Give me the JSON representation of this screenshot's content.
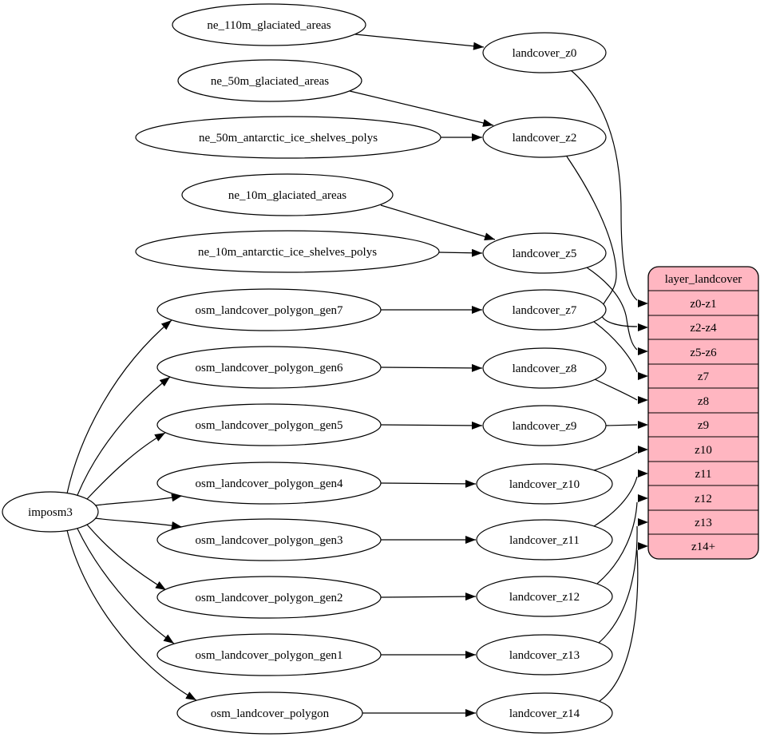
{
  "nodes": {
    "imposm3": "imposm3",
    "ne_110m_glaciated_areas": "ne_110m_glaciated_areas",
    "ne_50m_glaciated_areas": "ne_50m_glaciated_areas",
    "ne_50m_antarctic_ice_shelves_polys": "ne_50m_antarctic_ice_shelves_polys",
    "ne_10m_glaciated_areas": "ne_10m_glaciated_areas",
    "ne_10m_antarctic_ice_shelves_polys": "ne_10m_antarctic_ice_shelves_polys",
    "osm_landcover_polygon_gen7": "osm_landcover_polygon_gen7",
    "osm_landcover_polygon_gen6": "osm_landcover_polygon_gen6",
    "osm_landcover_polygon_gen5": "osm_landcover_polygon_gen5",
    "osm_landcover_polygon_gen4": "osm_landcover_polygon_gen4",
    "osm_landcover_polygon_gen3": "osm_landcover_polygon_gen3",
    "osm_landcover_polygon_gen2": "osm_landcover_polygon_gen2",
    "osm_landcover_polygon_gen1": "osm_landcover_polygon_gen1",
    "osm_landcover_polygon": "osm_landcover_polygon",
    "landcover_z0": "landcover_z0",
    "landcover_z2": "landcover_z2",
    "landcover_z5": "landcover_z5",
    "landcover_z7": "landcover_z7",
    "landcover_z8": "landcover_z8",
    "landcover_z9": "landcover_z9",
    "landcover_z10": "landcover_z10",
    "landcover_z11": "landcover_z11",
    "landcover_z12": "landcover_z12",
    "landcover_z13": "landcover_z13",
    "landcover_z14": "landcover_z14"
  },
  "table": {
    "title": "layer_landcover",
    "rows": [
      "z0-z1",
      "z2-z4",
      "z5-z6",
      "z7",
      "z8",
      "z9",
      "z10",
      "z11",
      "z12",
      "z13",
      "z14+"
    ]
  },
  "colors": {
    "background": "#ffffff",
    "node_fill": "#ffffff",
    "node_stroke": "#000000",
    "edge": "#000000",
    "table_fill": "#ffb6c1",
    "table_stroke": "#000000"
  },
  "edges": [
    {
      "from": "imposm3",
      "to": "osm_landcover_polygon_gen7"
    },
    {
      "from": "imposm3",
      "to": "osm_landcover_polygon_gen6"
    },
    {
      "from": "imposm3",
      "to": "osm_landcover_polygon_gen5"
    },
    {
      "from": "imposm3",
      "to": "osm_landcover_polygon_gen4"
    },
    {
      "from": "imposm3",
      "to": "osm_landcover_polygon_gen3"
    },
    {
      "from": "imposm3",
      "to": "osm_landcover_polygon_gen2"
    },
    {
      "from": "imposm3",
      "to": "osm_landcover_polygon_gen1"
    },
    {
      "from": "imposm3",
      "to": "osm_landcover_polygon"
    },
    {
      "from": "ne_110m_glaciated_areas",
      "to": "landcover_z0"
    },
    {
      "from": "ne_50m_glaciated_areas",
      "to": "landcover_z2"
    },
    {
      "from": "ne_50m_antarctic_ice_shelves_polys",
      "to": "landcover_z2"
    },
    {
      "from": "ne_10m_glaciated_areas",
      "to": "landcover_z5"
    },
    {
      "from": "ne_10m_antarctic_ice_shelves_polys",
      "to": "landcover_z5"
    },
    {
      "from": "osm_landcover_polygon_gen7",
      "to": "landcover_z7"
    },
    {
      "from": "osm_landcover_polygon_gen6",
      "to": "landcover_z8"
    },
    {
      "from": "osm_landcover_polygon_gen5",
      "to": "landcover_z9"
    },
    {
      "from": "osm_landcover_polygon_gen4",
      "to": "landcover_z10"
    },
    {
      "from": "osm_landcover_polygon_gen3",
      "to": "landcover_z11"
    },
    {
      "from": "osm_landcover_polygon_gen2",
      "to": "landcover_z12"
    },
    {
      "from": "osm_landcover_polygon_gen1",
      "to": "landcover_z13"
    },
    {
      "from": "osm_landcover_polygon",
      "to": "landcover_z14"
    },
    {
      "from": "landcover_z0",
      "to": "layer_landcover.z0-z1"
    },
    {
      "from": "landcover_z2",
      "to": "layer_landcover.z2-z4"
    },
    {
      "from": "landcover_z5",
      "to": "layer_landcover.z5-z6"
    },
    {
      "from": "landcover_z7",
      "to": "layer_landcover.z7"
    },
    {
      "from": "landcover_z8",
      "to": "layer_landcover.z8"
    },
    {
      "from": "landcover_z9",
      "to": "layer_landcover.z9"
    },
    {
      "from": "landcover_z10",
      "to": "layer_landcover.z10"
    },
    {
      "from": "landcover_z11",
      "to": "layer_landcover.z11"
    },
    {
      "from": "landcover_z12",
      "to": "layer_landcover.z12"
    },
    {
      "from": "landcover_z13",
      "to": "layer_landcover.z13"
    },
    {
      "from": "landcover_z14",
      "to": "layer_landcover.z14+"
    }
  ]
}
